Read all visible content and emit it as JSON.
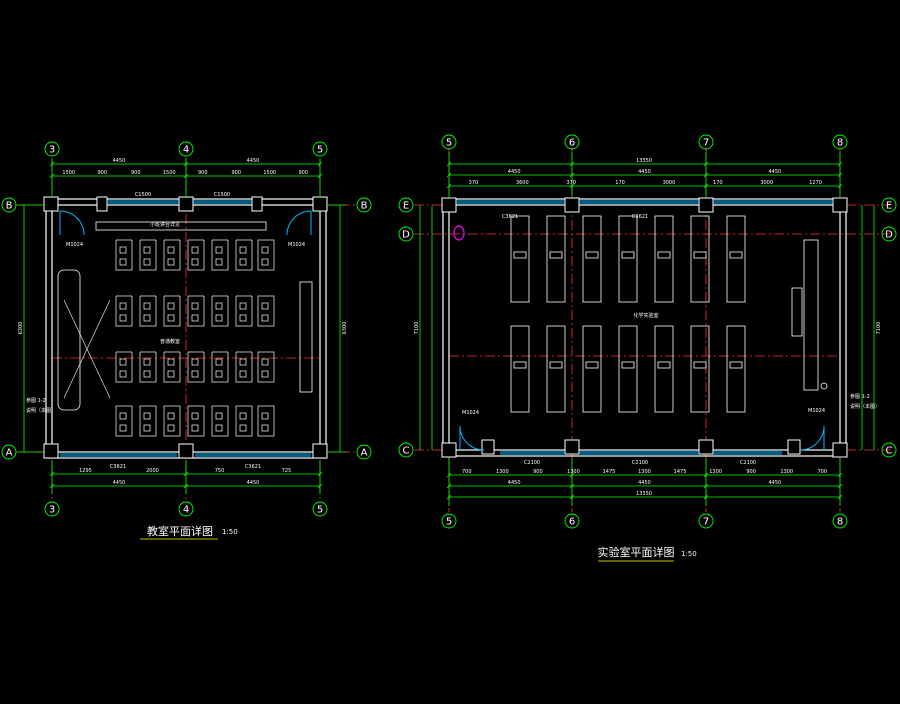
{
  "colors": {
    "background": "#000000",
    "dimension": "#00ff00",
    "wall": "#ffffff",
    "axis": "#ff3030",
    "window": "#00b8ff",
    "door": "#00b8ff",
    "text": "#ffffff",
    "highlight": "#ff00ff",
    "accent": "#ffff00"
  },
  "classroom": {
    "title": "教室平面详图",
    "scale": "1:50",
    "axes_top": [
      "3",
      "4",
      "5"
    ],
    "axes_bottom": [
      "3",
      "4",
      "5"
    ],
    "axes_left": [
      "B",
      "A"
    ],
    "axes_right": [
      "B",
      "A"
    ],
    "dims_top_total": [
      "4450",
      "4450"
    ],
    "dims_top_detail": [
      "1500",
      "900",
      "900",
      "1500",
      "900",
      "900",
      "1500",
      "900"
    ],
    "dims_bottom_detail": [
      "1295",
      "2000",
      "750",
      "725"
    ],
    "dims_bottom_total": [
      "4450",
      "4450"
    ],
    "dim_left_total": "6300",
    "dim_right_total": "6300",
    "windows_top": [
      "C1500",
      "C1500"
    ],
    "windows_bottom": [
      "C3621",
      "C3621"
    ],
    "door_top_left": "M1024",
    "door_top_right": "M1024",
    "room_label": "普通教室",
    "notes": [
      "小班讲台详见",
      "参图 1-2",
      "说明（本图）"
    ]
  },
  "lab": {
    "title": "实验室平面详图",
    "scale": "1:50",
    "axes_top": [
      "5",
      "6",
      "7",
      "8"
    ],
    "axes_bottom": [
      "5",
      "6",
      "7",
      "8"
    ],
    "axes_left": [
      "E",
      "D",
      "C"
    ],
    "axes_right": [
      "E",
      "D",
      "C"
    ],
    "dims_top_total": [
      "13350"
    ],
    "dims_top_sub": [
      "4450",
      "4450",
      "4450"
    ],
    "dims_top_detail": [
      "370",
      "3600",
      "370",
      "170",
      "3000",
      "170",
      "3000",
      "1270"
    ],
    "dims_bottom_detail": [
      "700",
      "1300",
      "900",
      "1300",
      "1475",
      "1300",
      "1475",
      "1300",
      "900",
      "1300",
      "700"
    ],
    "dims_bottom_sub": [
      "4450",
      "4450",
      "4450"
    ],
    "dims_bottom_total": [
      "13350"
    ],
    "dim_left_total": "7100",
    "dim_right_total": "7100",
    "windows_top": [
      "C3621",
      "C3621"
    ],
    "windows_bottom": [
      "C2100",
      "C2100",
      "C2100"
    ],
    "door_left": "M1024",
    "door_right": "M1024",
    "room_label": "化学实验室",
    "notes": [
      "参图 1-2",
      "说明（本图）"
    ]
  }
}
